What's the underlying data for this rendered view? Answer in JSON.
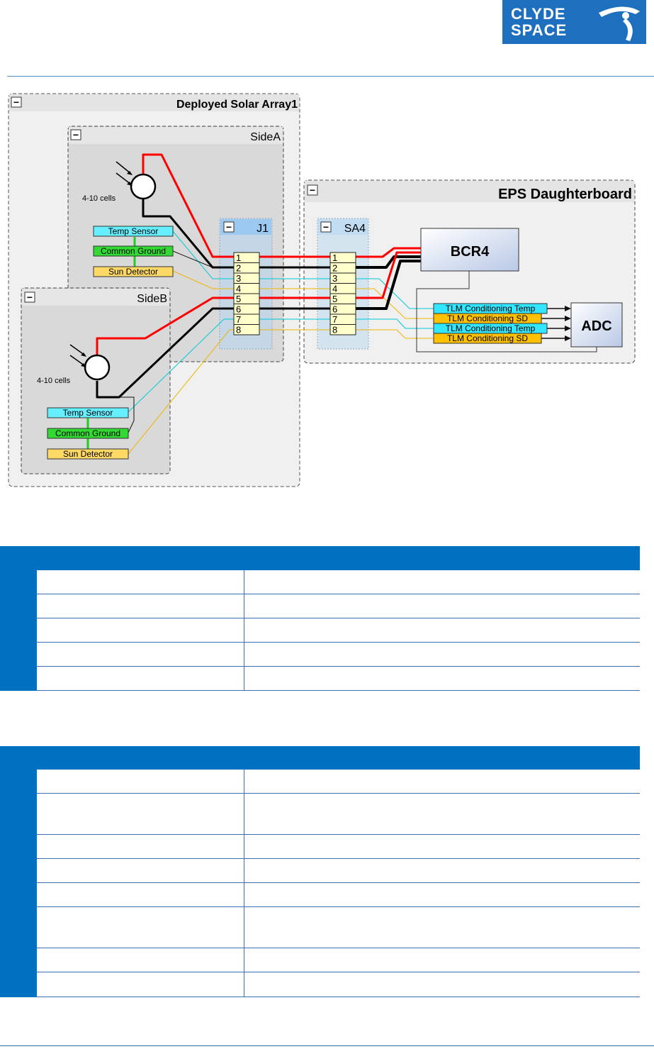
{
  "logo": {
    "line1": "CLYDE",
    "line2": "SPACE"
  },
  "diagram": {
    "solar_array_title": "Deployed Solar Array1",
    "side_a_title": "SideA",
    "side_b_title": "SideB",
    "cells_label_a": "4-10 cells",
    "cells_label_b": "4-10 cells",
    "temp_sensor_a": "Temp Sensor",
    "common_ground_a": "Common Ground",
    "sun_detector_a": "Sun Detector",
    "temp_sensor_b": "Temp Sensor",
    "common_ground_b": "Common Ground",
    "sun_detector_b": "Sun Detector",
    "connector_j1": "J1",
    "connector_sa4": "SA4",
    "pins": [
      "1",
      "2",
      "3",
      "4",
      "5",
      "6",
      "7",
      "8"
    ],
    "eps_title": "EPS Daughterboard",
    "bcr_label": "BCR4",
    "adc_label": "ADC",
    "tlm_1": "TLM Conditioning Temp",
    "tlm_2": "TLM Conditioning SD",
    "tlm_3": "TLM Conditioning Temp",
    "tlm_4": "TLM Conditioning SD",
    "collapse_symbol": "−"
  },
  "colors": {
    "accent_blue": "#0070c0",
    "power_positive": "#ff0000",
    "power_return": "#000000",
    "temp_line": "#00c8d8",
    "sun_line": "#f0b400",
    "temp_box": "#66f0ff",
    "ground_box": "#33d933",
    "sun_box": "#ffd966",
    "tlm_temp": "#33e6ff",
    "tlm_sd": "#ffc000"
  }
}
